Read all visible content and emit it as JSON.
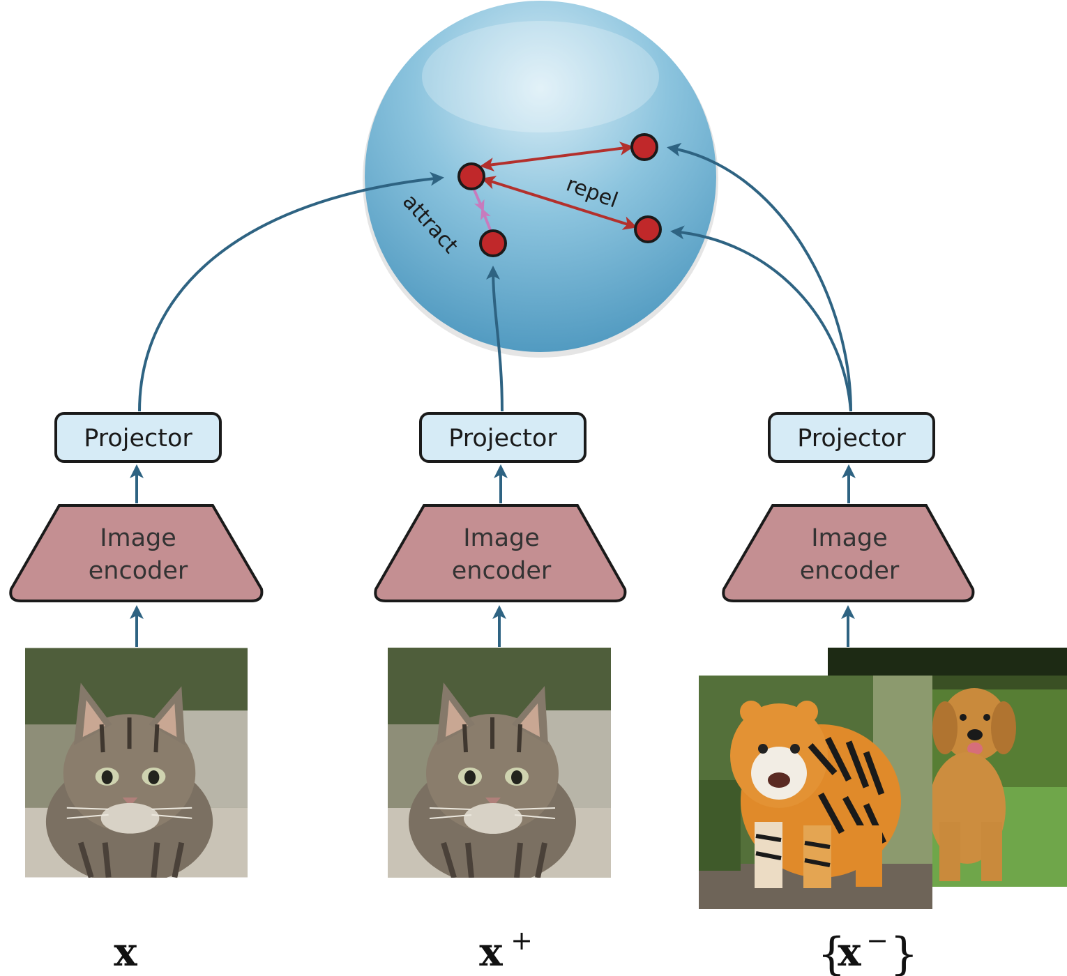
{
  "sphere": {
    "attract_label": "attract",
    "repel_label": "repel"
  },
  "columns": [
    {
      "projector_label": "Projector",
      "encoder_line1": "Image",
      "encoder_line2": "encoder",
      "input_symbol": "x",
      "input_superscript": "",
      "image_subject": "kitten"
    },
    {
      "projector_label": "Projector",
      "encoder_line1": "Image",
      "encoder_line2": "encoder",
      "input_symbol": "x",
      "input_superscript": "+",
      "image_subject": "kitten"
    },
    {
      "projector_label": "Projector",
      "encoder_line1": "Image",
      "encoder_line2": "encoder",
      "input_symbol": "x",
      "input_superscript": "−",
      "brace_open": "{",
      "brace_close": "}",
      "image_subject": "tiger and dog"
    }
  ],
  "colors": {
    "flow_arrow": "#2e6382",
    "repel_arrow": "#b3302c",
    "attract_arrow": "#c77bbd",
    "embedding_point": "#c0282a",
    "projector_fill": "#d6ebf6",
    "encoder_fill": "#c48f92"
  }
}
